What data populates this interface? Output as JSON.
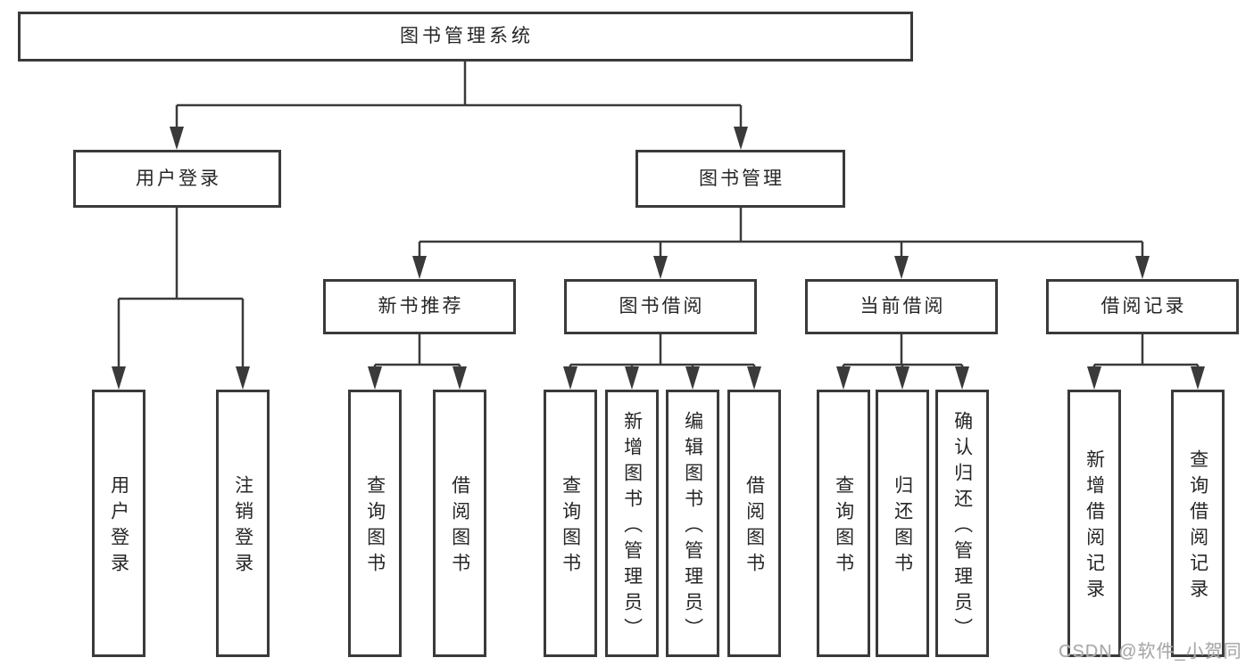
{
  "tree": {
    "root": {
      "label": "图书管理系统"
    },
    "children": [
      {
        "label": "用户登录",
        "children": [
          {
            "label": "用户登录"
          },
          {
            "label": "注销登录"
          }
        ]
      },
      {
        "label": "图书管理",
        "children": [
          {
            "label": "新书推荐",
            "children": [
              {
                "label": "查询图书"
              },
              {
                "label": "借阅图书"
              }
            ]
          },
          {
            "label": "图书借阅",
            "children": [
              {
                "label": "查询图书"
              },
              {
                "label": "新增图书（管理员）"
              },
              {
                "label": "编辑图书（管理员）"
              },
              {
                "label": "借阅图书"
              }
            ]
          },
          {
            "label": "当前借阅",
            "children": [
              {
                "label": "查询图书"
              },
              {
                "label": "归还图书"
              },
              {
                "label": "确认归还（管理员）"
              }
            ]
          },
          {
            "label": "借阅记录",
            "children": [
              {
                "label": "新增借阅记录"
              },
              {
                "label": "查询借阅记录"
              }
            ]
          }
        ]
      }
    ]
  },
  "watermark": {
    "text": "CSDN @软件_小贺同学"
  },
  "colors": {
    "line": "#3a3a3a",
    "text": "#262626",
    "box_background": "#ffffff",
    "page_background": "#ffffff",
    "watermark": "#a9a9a9"
  }
}
